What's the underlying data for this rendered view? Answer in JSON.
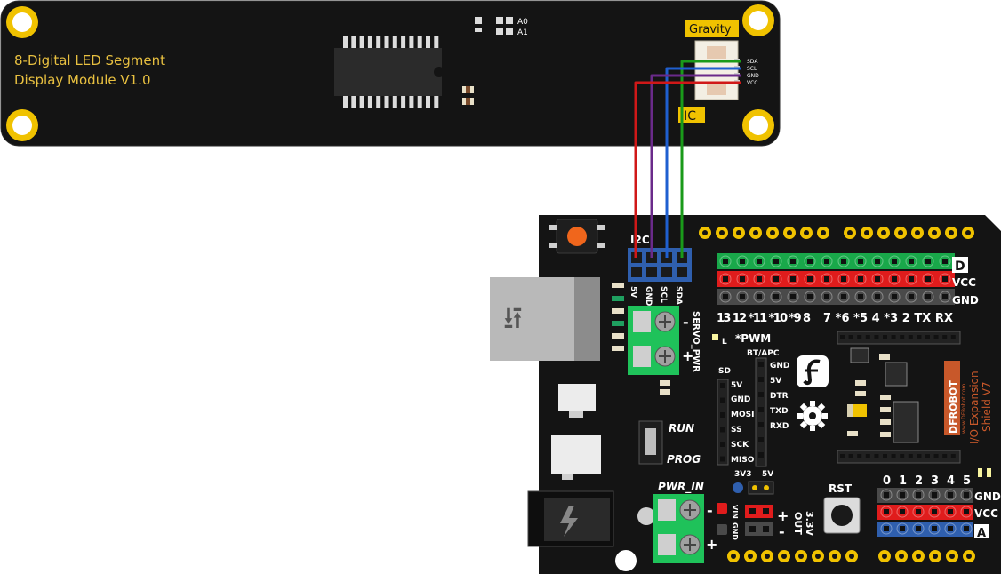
{
  "module": {
    "title_line1": "8-Digital LED Segment",
    "title_line2": "Display Module V1.0",
    "addr_a0": "A0",
    "addr_a1": "A1",
    "brand_tag": "Gravity",
    "bus_tag": "IIC",
    "pins": [
      "SDA",
      "SCL",
      "GND",
      "VCC"
    ]
  },
  "wires": [
    {
      "name": "SDA",
      "color": "#1a9a1a"
    },
    {
      "name": "SCL",
      "color": "#1f5fd0"
    },
    {
      "name": "GND",
      "color": "#6a2a8a"
    },
    {
      "name": "5V",
      "color": "#d01818"
    }
  ],
  "shield": {
    "i2c_label": "I2C",
    "i2c_pins": [
      "5V",
      "GND",
      "SCL",
      "SDA"
    ],
    "servo_pwr": "SERVO_PWR",
    "minus": "-",
    "plus": "+",
    "run": "RUN",
    "prog": "PROG",
    "pwr_in": "PWR_IN",
    "vin": "VIN",
    "gnd_short": "GND",
    "row_d": "D",
    "row_vcc": "VCC",
    "row_gnd": "GND",
    "digital_left": "13 12 *11 *10 *9 8",
    "digital_right": "7 *6 *5 4 *3 2 TX RX",
    "pwm_note": "*PWM",
    "led_l": "L",
    "bt_apc": "BT/APC",
    "bt_pins": [
      "GND",
      "5V",
      "DTR",
      "TXD",
      "RXD"
    ],
    "sd": "SD",
    "sd_pins": [
      "5V",
      "GND",
      "MOSI",
      "SS",
      "SCK",
      "MISO"
    ],
    "brand_vertical": "DFROBOT",
    "url_vertical": "www.DFRobot.com",
    "product_line1": "I/O Expansion",
    "product_line2": "Shield V7",
    "v33": "3V3",
    "v5": "5V",
    "rst": "RST",
    "out_33": "3.3V",
    "out": "OUT",
    "analog_numbers": [
      "0",
      "1",
      "2",
      "3",
      "4",
      "5"
    ],
    "analog_gnd": "GND",
    "analog_vcc": "VCC",
    "analog_a": "A"
  },
  "colors": {
    "board": "#141414",
    "silk": "#ffffff",
    "gold_label": "#e8c040",
    "pad_ring": "#f0c200",
    "header_green": "#19a84a",
    "header_red": "#e01c1c",
    "header_grey": "#4a4a4a",
    "header_blue": "#2f5fae",
    "terminal_green": "#1fc25a"
  }
}
